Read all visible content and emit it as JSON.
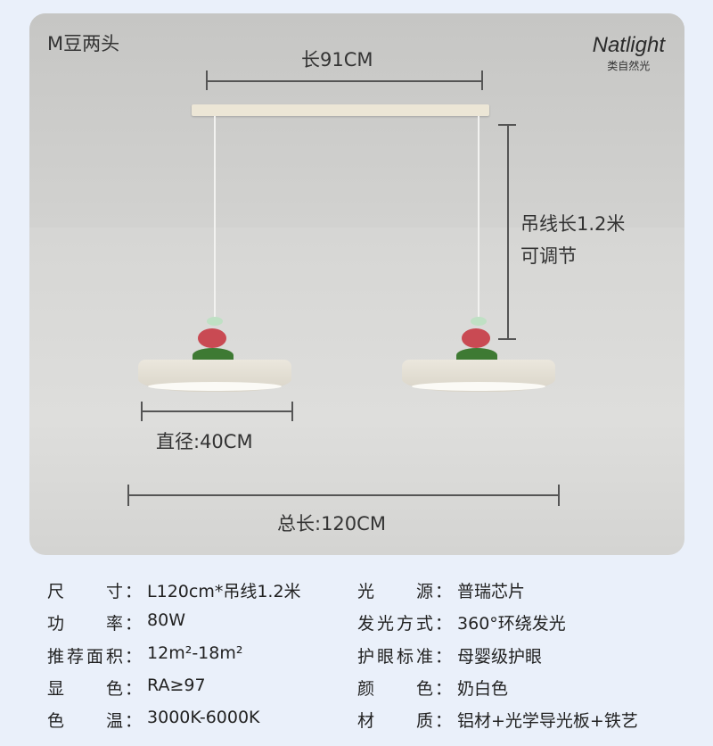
{
  "panel": {
    "title": "M豆两头",
    "logo_brand": "Natlight",
    "logo_sub": "类自然光",
    "dim_top": "长91CM",
    "dim_wire_1": "吊线长1.2米",
    "dim_wire_2": "可调节",
    "dim_diameter": "直径:40CM",
    "dim_total": "总长:120CM"
  },
  "specs": {
    "left": [
      {
        "key": "尺寸",
        "value": "L120cm*吊线1.2米"
      },
      {
        "key": "功率",
        "value": "80W"
      },
      {
        "key": "推荐面积",
        "value": "12m²-18m²"
      },
      {
        "key": "显色",
        "value": "RA≥97"
      },
      {
        "key": "色温",
        "value": "3000K-6000K"
      }
    ],
    "right": [
      {
        "key": "光源",
        "value": "普瑞芯片"
      },
      {
        "key": "发光方式",
        "value": "360°环绕发光"
      },
      {
        "key": "护眼标准",
        "value": "母婴级护眼"
      },
      {
        "key": "颜色",
        "value": "奶白色"
      },
      {
        "key": "材质",
        "value": "铝材+光学导光板+铁艺"
      }
    ],
    "colon": "："
  }
}
